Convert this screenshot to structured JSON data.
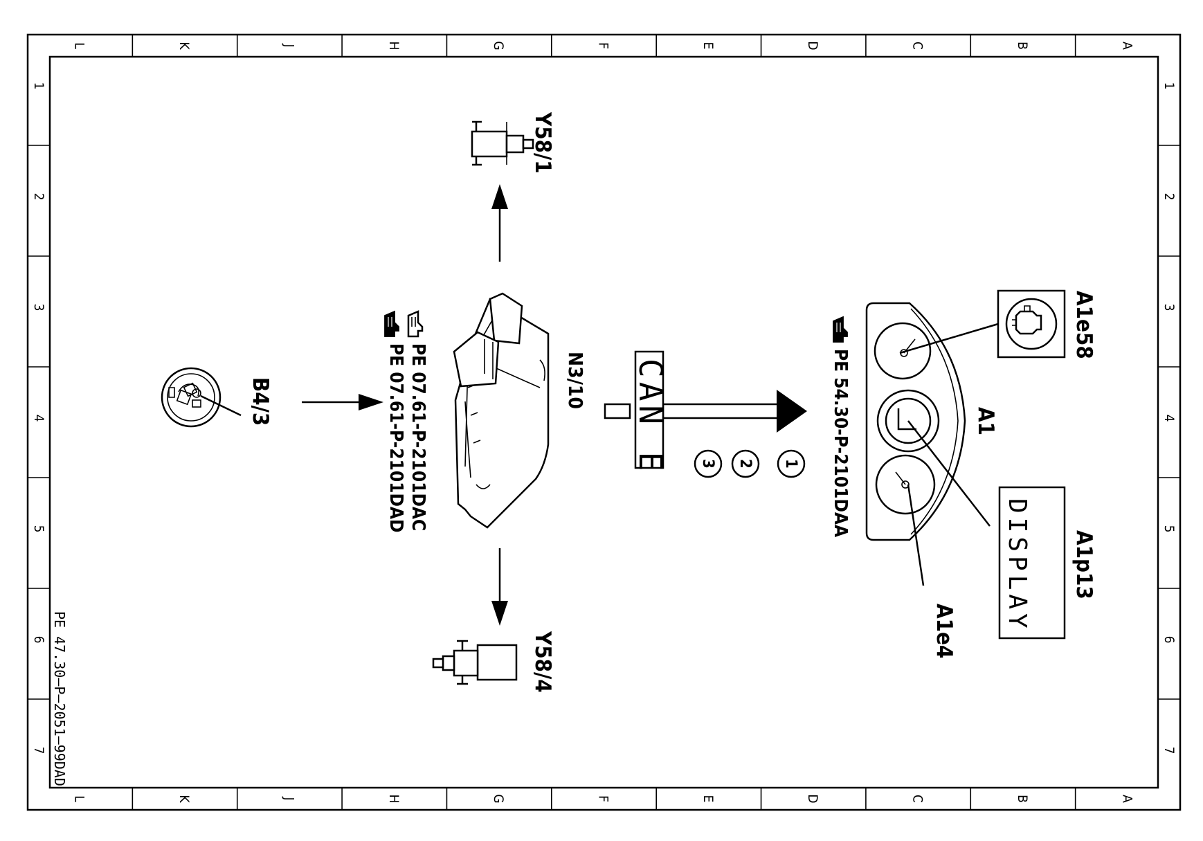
{
  "frame": {
    "columns": [
      "L",
      "K",
      "J",
      "H",
      "G",
      "F",
      "E",
      "D",
      "C",
      "B",
      "A"
    ],
    "rows": [
      "1",
      "2",
      "3",
      "4",
      "5",
      "6",
      "7"
    ],
    "document_ref": "PE 47.30–P–2051–99DAD"
  },
  "components": {
    "b4_3": {
      "label": "B4/3"
    },
    "n3_10": {
      "label": "N3/10",
      "refs": [
        "PE 07.61-P-2101DAC",
        "PE 07.61-P-2101DAD"
      ]
    },
    "y58_1": {
      "label": "Y58/1"
    },
    "y58_4": {
      "label": "Y58/4"
    },
    "can_bus": {
      "label": "CAN E",
      "steps": [
        "1",
        "2",
        "3"
      ]
    },
    "a1": {
      "label": "A1",
      "ref": "PE 54.30-P-2101DAA"
    },
    "a1e58": {
      "label": "A1e58"
    },
    "a1p13": {
      "label": "A1p13",
      "display_text": "DISPLAY"
    },
    "a1e4": {
      "label": "A1e4"
    }
  },
  "icons": [
    "pointing-hand-icon",
    "engine-check-lamp-icon",
    "fuel-tank-sender-icon",
    "valve-icon",
    "control-unit-icon",
    "instrument-cluster-icon"
  ]
}
